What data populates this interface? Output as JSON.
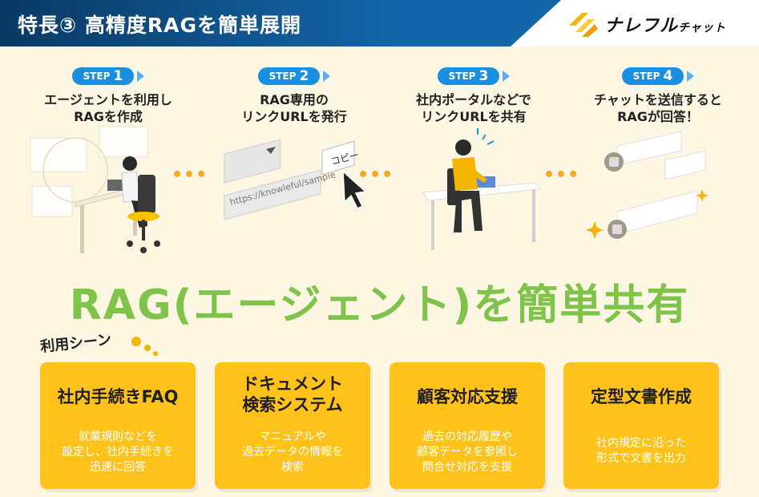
{
  "header": {
    "title": "特長③ 高精度RAGを簡単展開",
    "logo_text": "ナレフル",
    "logo_sub": "チャット"
  },
  "steps": [
    {
      "step_word": "STEP",
      "step_num": "1",
      "text_line1": "エージェントを利用し",
      "text_line2": "RAGを作成"
    },
    {
      "step_word": "STEP",
      "step_num": "2",
      "text_line1": "RAG専用の",
      "text_line2": "リンクURLを発行"
    },
    {
      "step_word": "STEP",
      "step_num": "3",
      "text_line1": "社内ポータルなどで",
      "text_line2": "リンクURLを共有"
    },
    {
      "step_word": "STEP",
      "step_num": "4",
      "text_line1": "チャットを送信すると",
      "text_line2": "RAGが回答！"
    }
  ],
  "illustrations": {
    "url_text": "https://knowleful/sample",
    "copy_label": "コピー"
  },
  "dots": "•••",
  "main_title": "RAG(エージェント)を簡単共有",
  "scene_label": "利用シーン",
  "cards": [
    {
      "title_line1": "社内手続きFAQ",
      "title_line2": "",
      "desc_lines": [
        "就業規則などを",
        "設定し、社内手続きを",
        "迅速に回答"
      ]
    },
    {
      "title_line1": "ドキュメント",
      "title_line2": "検索システム",
      "desc_lines": [
        "マニュアルや",
        "過去データの情報を",
        "検索"
      ]
    },
    {
      "title_line1": "顧客対応支援",
      "title_line2": "",
      "desc_lines": [
        "過去の対応履歴や",
        "顧客データを参照し",
        "問合せ対応を支援"
      ]
    },
    {
      "title_line1": "定型文書作成",
      "title_line2": "",
      "desc_lines": [
        "社内規定に沿った",
        "形式で文書を出力"
      ]
    }
  ],
  "colors": {
    "header_blue": "#0a3a66",
    "step_blue": "#1a8fe0",
    "title_green": "#7ec44a",
    "card_yellow": "#ffc21a",
    "background": "#fdf6e3"
  }
}
